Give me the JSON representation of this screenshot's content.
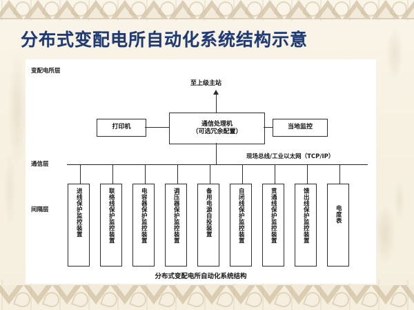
{
  "slide": {
    "title": "分布式变配电所自动化系统结构示意",
    "title_color": "#1F3A72",
    "background_color": "#F7F1E2",
    "panel_color": "#FFFFFF"
  },
  "diagram": {
    "caption": "分布式变配电所自动化系统结构",
    "layers": [
      {
        "name": "substation-layer",
        "label": "变配电所层"
      },
      {
        "name": "communication-layer",
        "label": "通信层"
      },
      {
        "name": "bay-layer",
        "label": "间隔层"
      }
    ],
    "uplink_label": "至上级主站",
    "bus_label": "现场总线/工业以太网（TCP/IP）",
    "station_boxes": [
      {
        "name": "printer",
        "label": "打印机"
      },
      {
        "name": "communication-processor",
        "label_line1": "通信处理机",
        "label_line2": "（可选冗余配置）"
      },
      {
        "name": "local-monitoring",
        "label": "当地监控"
      }
    ],
    "bay_devices": [
      {
        "name": "incoming-line-protection",
        "label": "进线保护监控装置"
      },
      {
        "name": "tie-line-protection",
        "label": "联络线保护监控装置"
      },
      {
        "name": "capacitor-protection",
        "label": "电容器保护监控装置"
      },
      {
        "name": "voltage-regulator-protection",
        "label": "调压器保护监控装置"
      },
      {
        "name": "backup-power-auto-switch",
        "label": "备用电源自投装置"
      },
      {
        "name": "self-closed-line-protection",
        "label": "自闭线保护监控装置"
      },
      {
        "name": "through-line-protection",
        "label": "贯通线保护监控装置"
      },
      {
        "name": "feeder-line-protection",
        "label": "馈出线保护监控装置"
      },
      {
        "name": "watt-hour-meter",
        "label": "电度表"
      }
    ]
  }
}
